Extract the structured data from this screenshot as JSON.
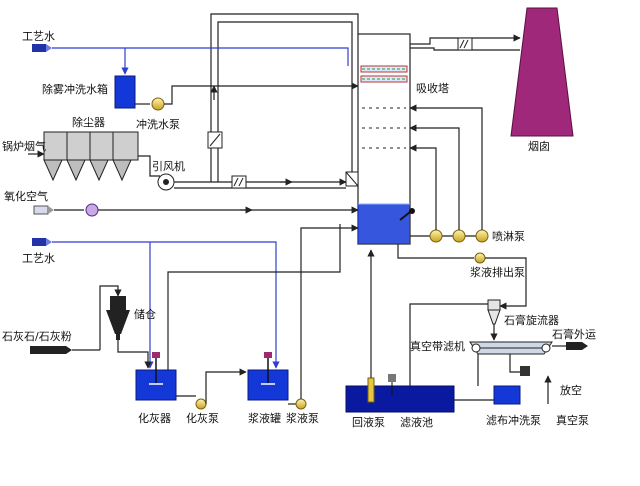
{
  "labels": {
    "process_water_top": "工艺水",
    "demister_tank": "除雾冲洗水箱",
    "wash_pump": "冲洗水泵",
    "dust_collector": "除尘器",
    "boiler_flue_gas": "锅炉烟气",
    "induced_fan": "引风机",
    "absorber": "吸收塔",
    "chimney": "烟囱",
    "oxidation_air": "氧化空气",
    "spray_pump": "喷淋泵",
    "process_water_bottom": "工艺水",
    "slurry_discharge_pump": "浆液排出泵",
    "storage_bin": "储仓",
    "limestone": "石灰石/石灰粉",
    "gypsum_cyclone": "石膏旋流器",
    "vacuum_belt_filter": "真空带滤机",
    "gypsum_out": "石膏外运",
    "vent": "放空",
    "slaker": "化灰器",
    "slaker_pump": "化灰泵",
    "slurry_tank": "浆液罐",
    "slurry_pump": "浆液泵",
    "return_pump": "回液泵",
    "filtrate_tank": "滤液池",
    "cloth_wash_pump": "滤布冲洗泵",
    "vacuum_pump": "真空泵"
  },
  "colors": {
    "tank_water": "#1438d8",
    "pump": "#e6c63c",
    "chimney": "#a0287a",
    "line": "#222222",
    "water_line": "#2e3fd0"
  }
}
